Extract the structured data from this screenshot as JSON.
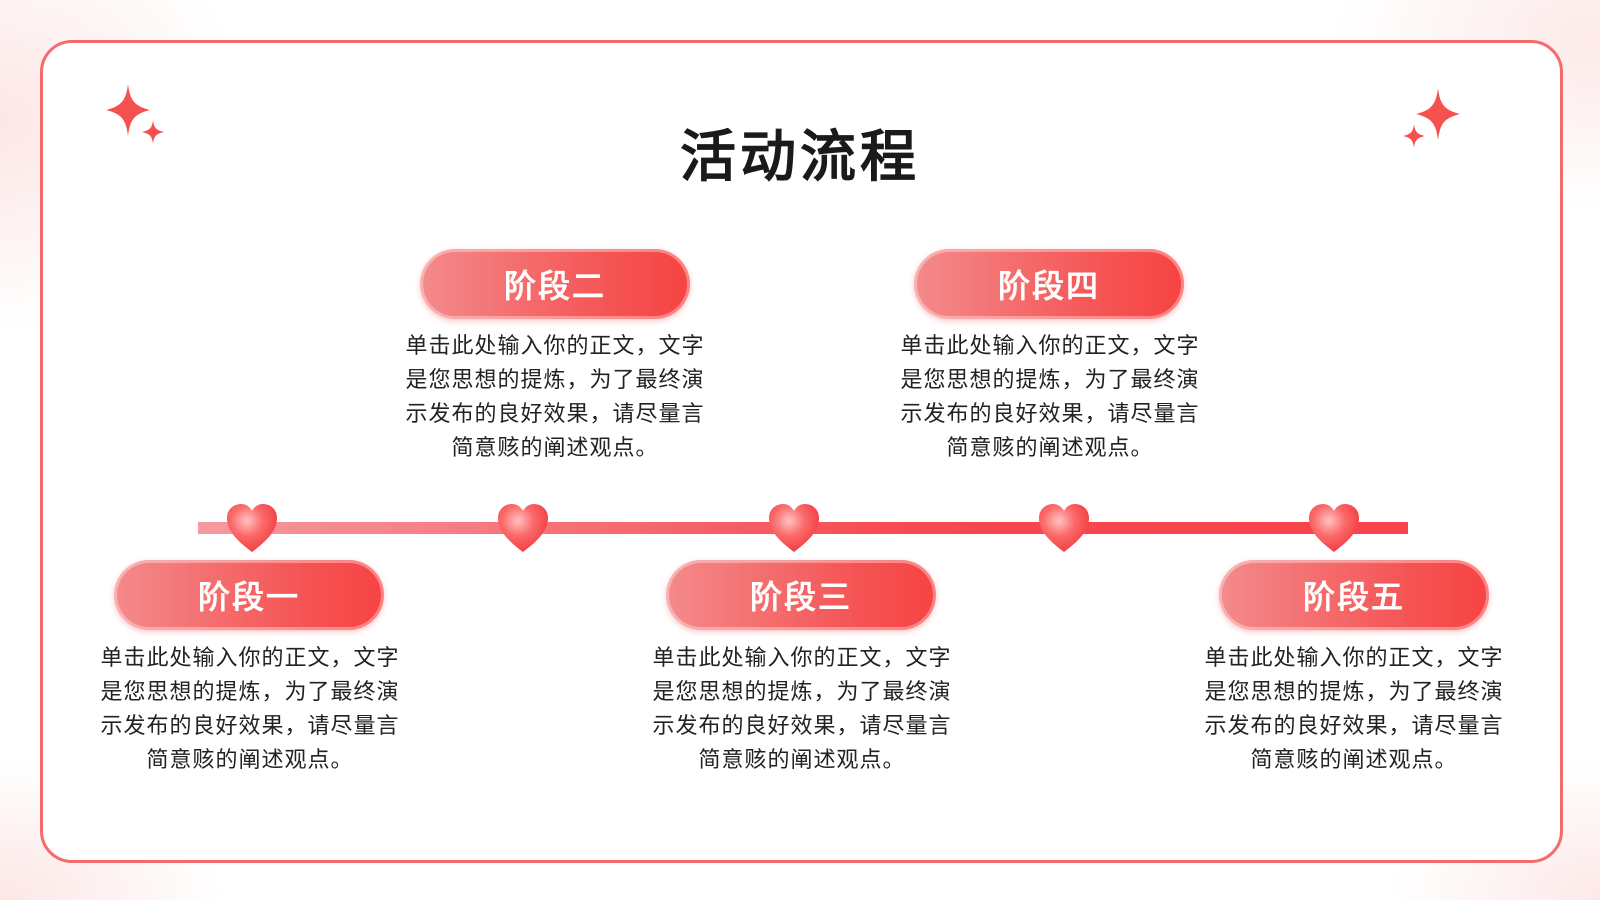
{
  "title": "活动流程",
  "accent_color": "#f64a4f",
  "stages": [
    {
      "label": "阶段一",
      "text": "单击此处输入你的正文，文字是您思想的提炼，为了最终演示发布的良好效果，请尽量言简意赅的阐述观点。"
    },
    {
      "label": "阶段二",
      "text": "单击此处输入你的正文，文字是您思想的提炼，为了最终演示发布的良好效果，请尽量言简意赅的阐述观点。"
    },
    {
      "label": "阶段三",
      "text": "单击此处输入你的正文，文字是您思想的提炼，为了最终演示发布的良好效果，请尽量言简意赅的阐述观点。"
    },
    {
      "label": "阶段四",
      "text": "单击此处输入你的正文，文字是您思想的提炼，为了最终演示发布的良好效果，请尽量言简意赅的阐述观点。"
    },
    {
      "label": "阶段五",
      "text": "单击此处输入你的正文，文字是您思想的提炼，为了最终演示发布的良好效果，请尽量言简意赅的阐述观点。"
    }
  ],
  "icons": [
    "sparkle-icon",
    "heart-icon"
  ]
}
